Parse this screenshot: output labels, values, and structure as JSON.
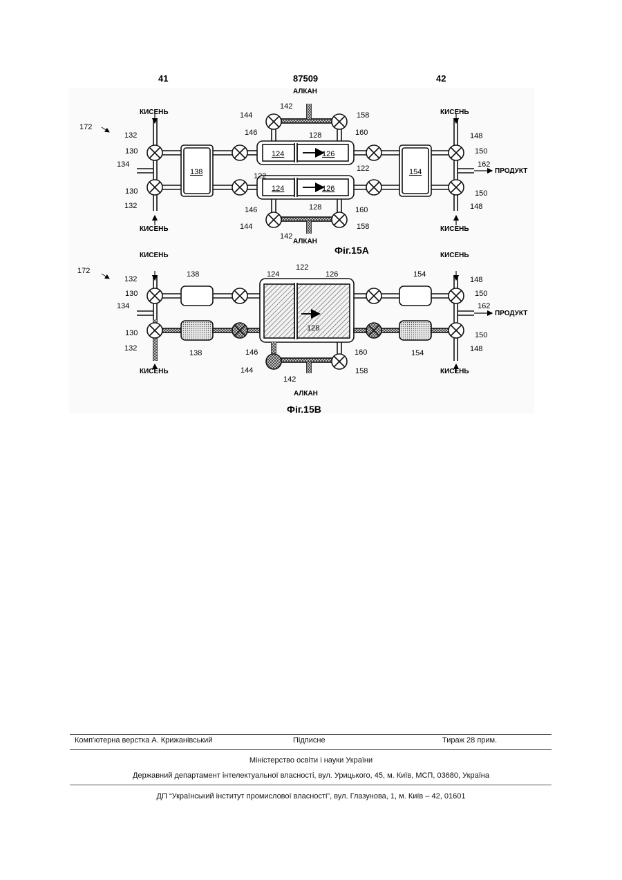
{
  "header": {
    "left_page": "41",
    "patent_number": "87509",
    "right_page": "42"
  },
  "figure_a": {
    "caption": "Фіг.15А",
    "labels": {
      "oxygen": "КИСЕНЬ",
      "alkane": "АЛКАН",
      "product": "ПРОДУКТ",
      "n172": "172",
      "n132": "132",
      "n130": "130",
      "n134": "134",
      "n138": "138",
      "n144": "144",
      "n142": "142",
      "n146": "146",
      "n128": "128",
      "n124": "124",
      "n126": "126",
      "n122": "122",
      "n158": "158",
      "n160": "160",
      "n154": "154",
      "n148": "148",
      "n150": "150",
      "n162": "162"
    }
  },
  "figure_b": {
    "caption": "Фіг.15В",
    "labels": {
      "oxygen": "КИСЕНЬ",
      "alkane": "АЛКАН",
      "product": "ПРОДУКТ",
      "n172": "172",
      "n132": "132",
      "n130": "130",
      "n134": "134",
      "n138": "138",
      "n144": "144",
      "n142": "142",
      "n146": "146",
      "n128": "128",
      "n124": "124",
      "n126": "126",
      "n122": "122",
      "n158": "158",
      "n160": "160",
      "n154": "154",
      "n148": "148",
      "n150": "150",
      "n162": "162"
    }
  },
  "footer": {
    "layout_by": "Комп'ютерна верстка А. Крижанівський",
    "signed": "Підписне",
    "circulation": "Тираж 28 прим.",
    "ministry": "Міністерство освіти і науки України",
    "department": "Державний департамент інтелектуальної власності, вул. Урицького, 45, м. Київ, МСП, 03680, Україна",
    "institute": "ДП “Український інститут промислової власності”, вул. Глазунова, 1, м. Київ – 42, 01601"
  }
}
